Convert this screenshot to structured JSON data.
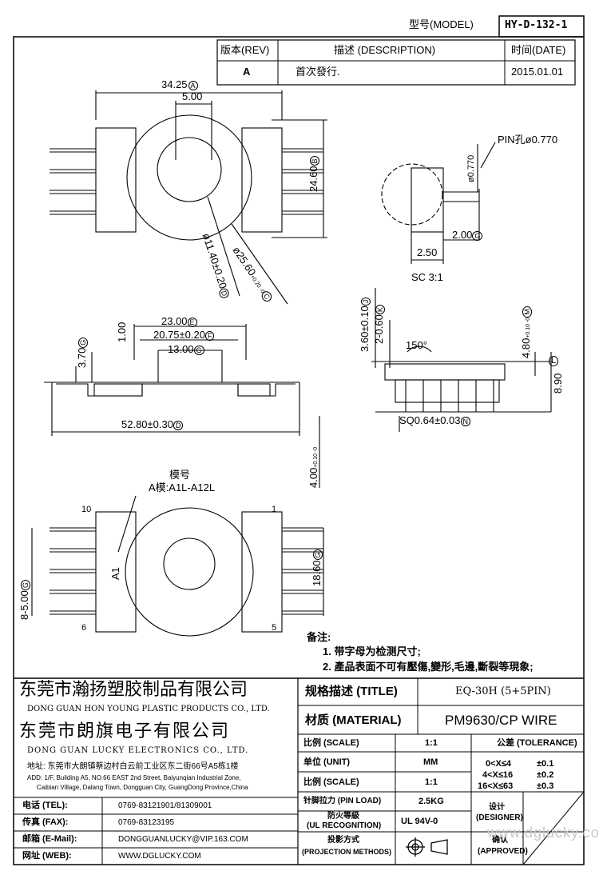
{
  "header": {
    "model_label": "型号(MODEL)",
    "model_value": "HY-D-132-1",
    "rev_label": "版本(REV)",
    "desc_label": "描述 (DESCRIPTION)",
    "date_label": "时间(DATE)",
    "rev_value": "A",
    "desc_value": "首次發行.",
    "date_value": "2015.01.01"
  },
  "dims": {
    "width_top": "34.25",
    "width_top_mark": "A",
    "core_width": "5.00",
    "height_right": "24.60",
    "height_right_mark": "B",
    "hole_dia": "ø11.40±0.20",
    "hole_dia_mark": "D",
    "outer_dia": "ø25.60",
    "outer_dia_tol": "+0.20 -0",
    "outer_dia_mark": "C",
    "pin_hole": "PIN孔ø0.770",
    "pin_dia": "ø0.770",
    "pin_len1": "2.00",
    "pin_len1_mark": "G",
    "pin_len2": "2.50",
    "scale_note": "SC 3:1",
    "side_23": "23.00",
    "side_23_mark": "E",
    "side_2075": "20.75±0.20",
    "side_2075_mark": "F",
    "side_13": "13.00",
    "side_13_mark": "G",
    "side_100": "1.00",
    "side_370": "3.70",
    "side_370_mark": "G",
    "side_5280": "52.80±0.30",
    "side_5280_mark": "D",
    "side_400": "4.00",
    "side_400_tol": "+0.10 -0",
    "sv_360": "3.60±0.10",
    "sv_360_mark": "J",
    "sv_2060": "2-0.60",
    "sv_2060_mark": "K",
    "sv_angle": "150°",
    "sv_480": "4.80",
    "sv_480_tol": "+0.10 -0",
    "sv_480_mark": "M",
    "sv_890": "8.90",
    "sv_890_mark": "L",
    "sv_sq": "SQ0.64±0.03",
    "sv_sq_mark": "N",
    "mold_label": "模号",
    "mold_value": "A模:A1L-A12L",
    "mold_mark": "A1",
    "pin_10": "10",
    "pin_1": "1",
    "pin_6": "6",
    "pin_5": "5",
    "bv_pitch": "8-5.00",
    "bv_pitch_mark": "G",
    "bv_1860": "18.60",
    "bv_1860_mark": "G"
  },
  "notes": {
    "title": "备注:",
    "n1": "1. 带字母为检测尺寸;",
    "n2": "2. 產品表面不可有壓傷,變形,毛邊,斷裂等現象;"
  },
  "company": {
    "cn1": "东莞市瀚扬塑胶制品有限公司",
    "en1": "DONG GUAN HON YOUNG PLASTIC PRODUCTS CO., LTD.",
    "cn2": "东莞市朗旗电子有限公司",
    "en2": "DONG GUAN LUCKY ELECTRONICS CO., LTD.",
    "addr_cn": "地址: 东莞市大朗镇蔡边村白云前工业区东二街66号A5栋1楼",
    "addr_en1": "ADD: 1/F, Building A5, NO.66 EAST 2nd Street, Baiyunqian Industrial Zone,",
    "addr_en2": "Caibian Village, Dalang Town, Dongguan City, GuangDong Province,China"
  },
  "contact": {
    "tel_label": "电话 (TEL):",
    "tel": "0769-83121901/81309001",
    "fax_label": "传真 (FAX):",
    "fax": "0769-83123195",
    "mail_label": "邮箱 (E-Mail):",
    "mail": "DONGGUANLUCKY@VIP.163.COM",
    "web_label": "网址 (WEB):",
    "web": "WWW.DGLUCKY.COM"
  },
  "spec": {
    "title_label": "规格描述 (TITLE)",
    "title_value": "EQ-30H (5+5PIN)",
    "material_label": "材质 (MATERIAL)",
    "material_value": "PM9630/CP WIRE",
    "scale_label": "比例 (SCALE)",
    "scale_value": "1:1",
    "tolerance_label": "公差 (TOLERANCE)",
    "unit_label": "单位 (UNIT)",
    "unit_value": "MM",
    "scale2_label": "比例 (SCALE)",
    "scale2_value": "1:1",
    "tol1_range": "0<X≤4",
    "tol1": "±0.1",
    "tol2_range": "4<X≤16",
    "tol2": "±0.2",
    "tol3_range": "16<X≤63",
    "tol3": "±0.3",
    "pin_load_label": "针脚拉力 (PIN LOAD)",
    "pin_load_value": "2.5KG",
    "fire_label_cn": "防火等級",
    "fire_label_en": "(UL RECOGNITION)",
    "fire_value": "UL 94V-0",
    "designer_cn": "设计",
    "designer_en": "(DESIGNER)",
    "proj_cn": "投影方式",
    "proj_en": "(PROJECTION METHODS)",
    "approved_cn": "确认",
    "approved_en": "(APPROVED)"
  },
  "watermark": "www.dglucky.com"
}
